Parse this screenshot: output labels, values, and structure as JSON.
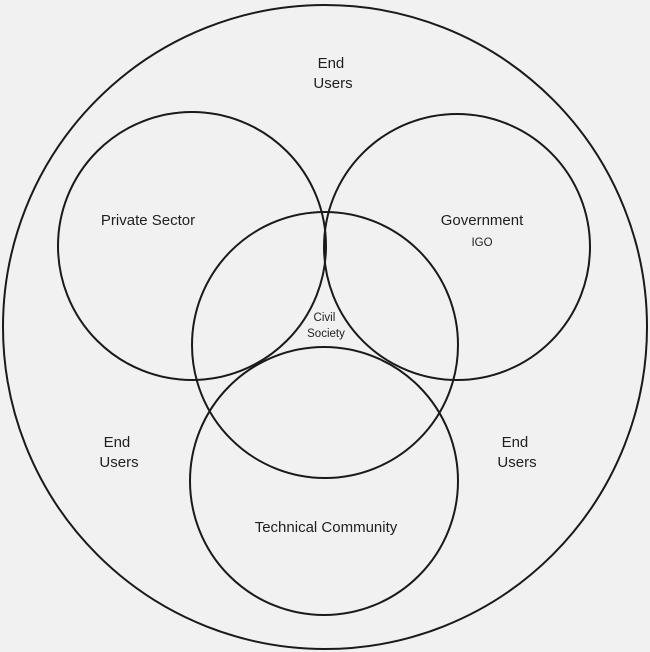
{
  "diagram": {
    "outer": {
      "top_label": [
        "End",
        "Users"
      ],
      "left_label": [
        "End",
        "Users"
      ],
      "right_label": [
        "End",
        "Users"
      ]
    },
    "circles": {
      "private_sector": {
        "label": "Private Sector"
      },
      "government": {
        "label": "Government",
        "sublabel": "IGO"
      },
      "civil_society": {
        "label": [
          "Civil",
          "Society"
        ]
      },
      "technical_community": {
        "label": "Technical Community"
      }
    },
    "colors": {
      "background": "#f1f1f1",
      "stroke": "#1a1a1a",
      "text": "#1f1f1f"
    }
  }
}
